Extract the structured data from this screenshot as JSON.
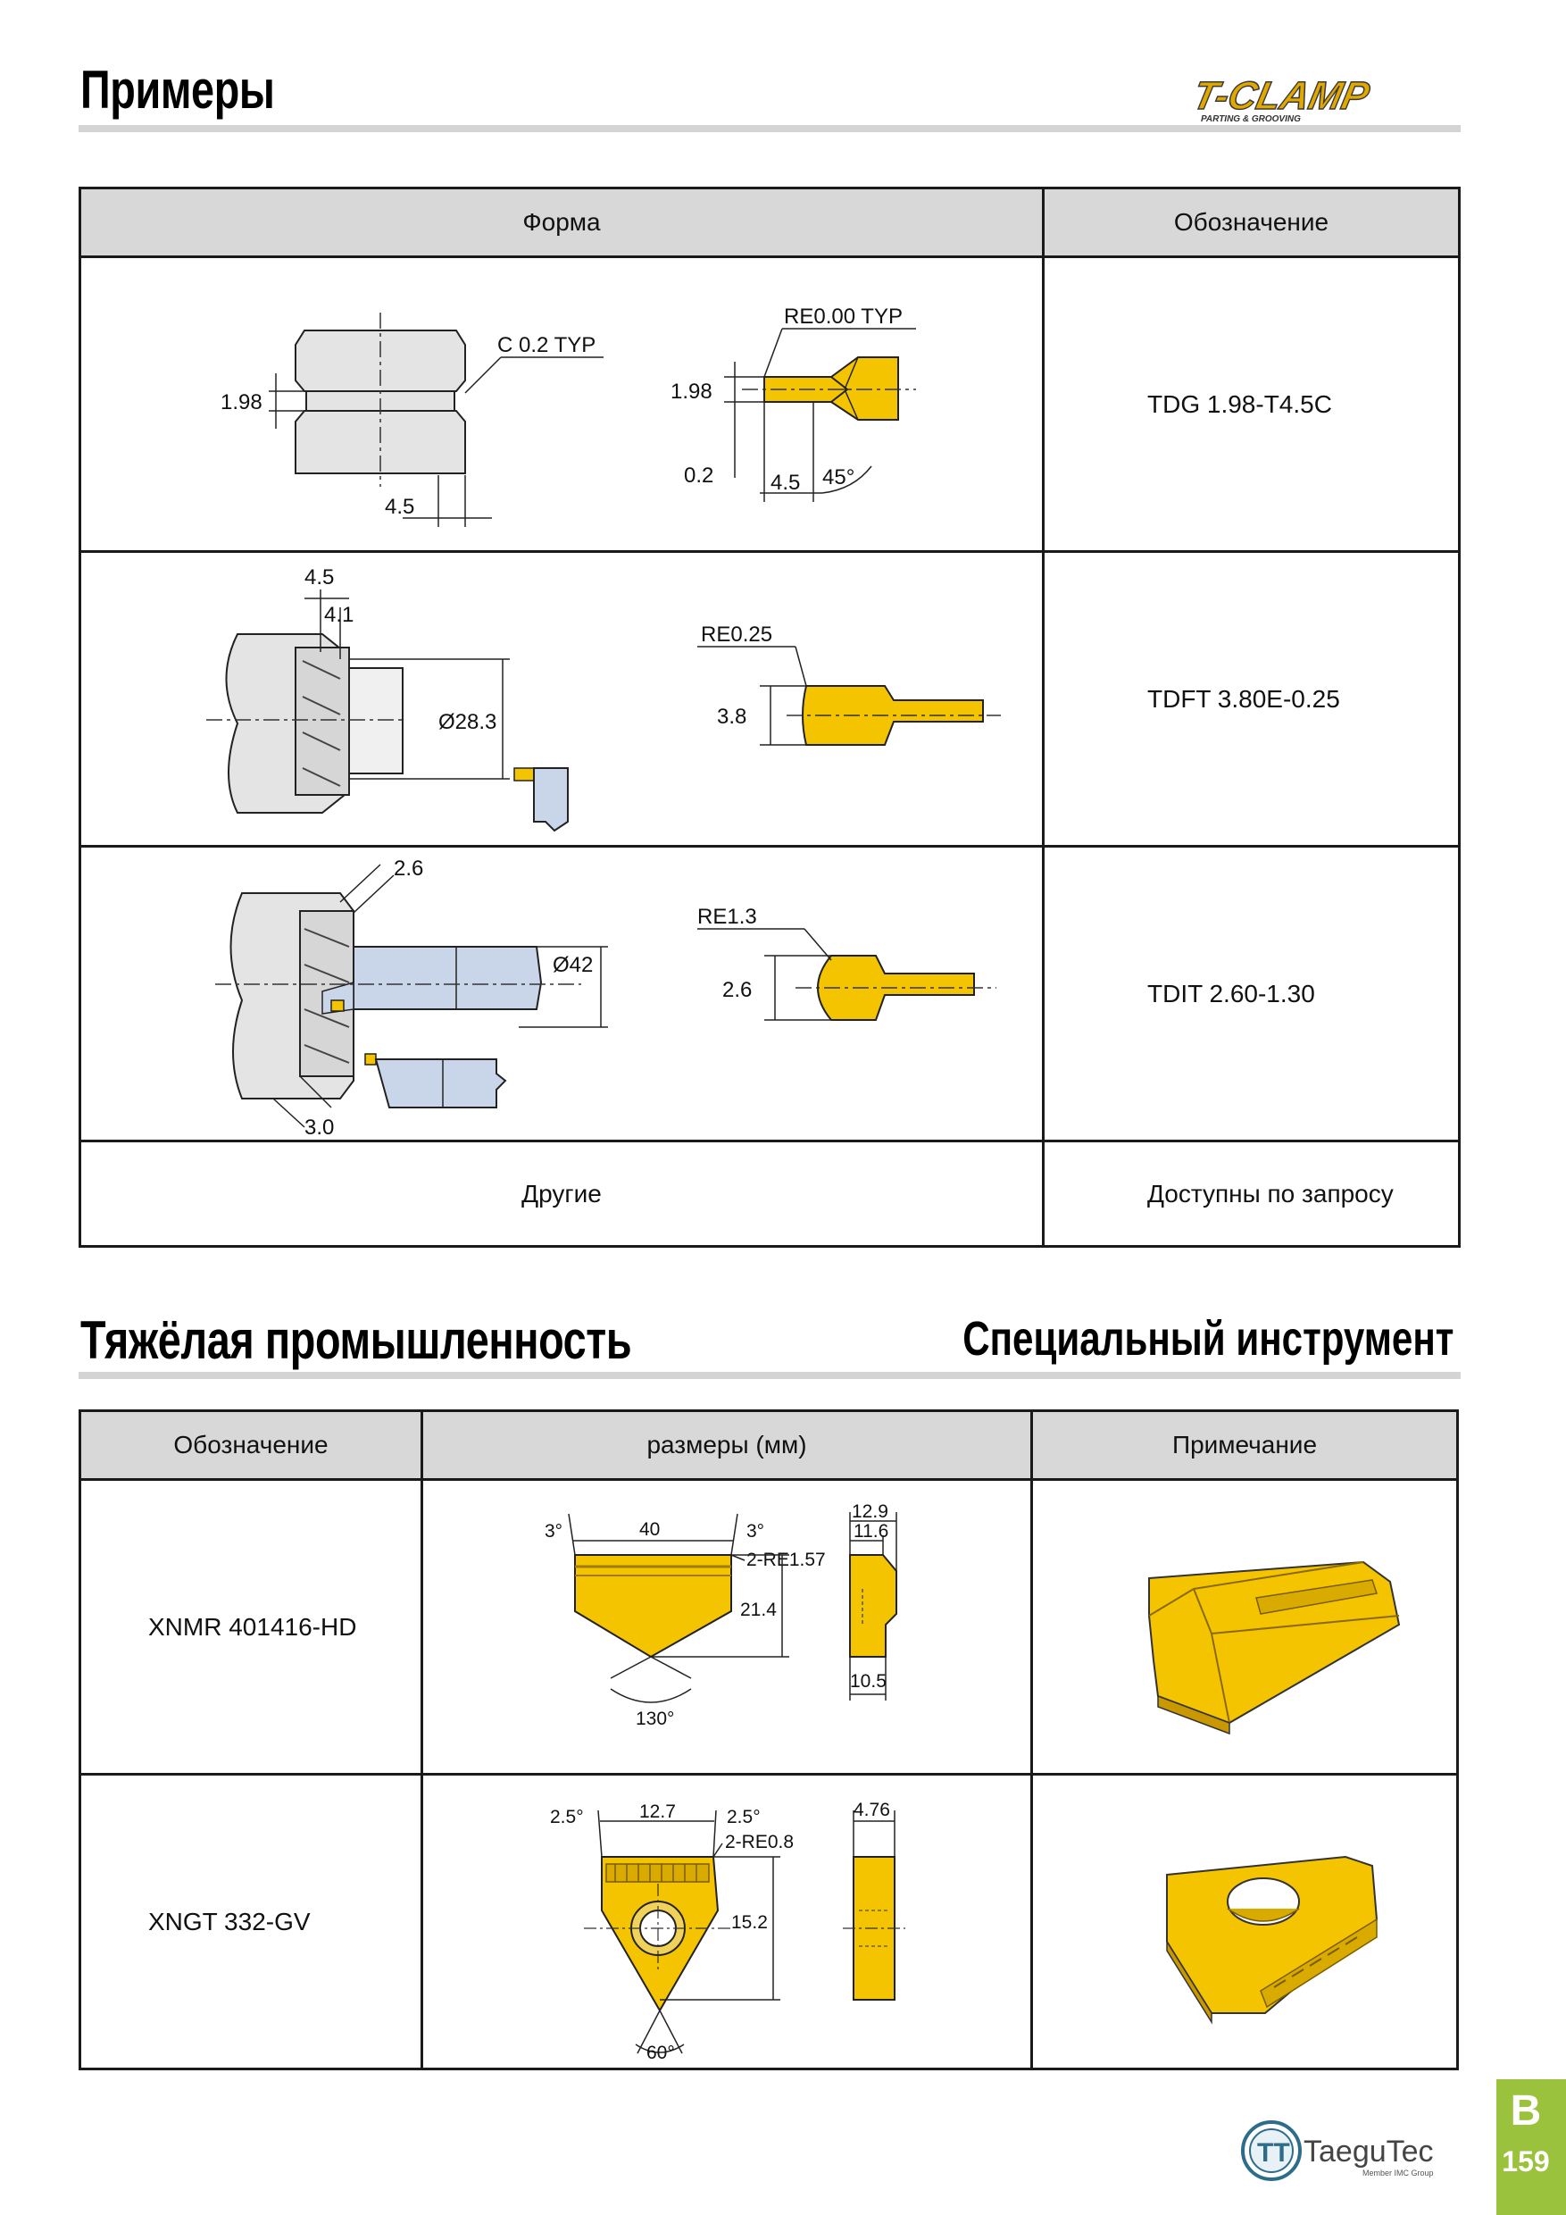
{
  "header": {
    "title": "Примеры",
    "logo_text": "T-CLAMP",
    "logo_sub": "PARTING & GROOVING"
  },
  "examples": {
    "col_shape": "Форма",
    "col_designation": "Обозначение",
    "rows": [
      {
        "designation": "TDG 1.98-T4.5C",
        "labels": {
          "a": "1.98",
          "b": "C 0.2 TYP",
          "c": "4.5",
          "d": "RE0.00 TYP",
          "e": "1.98",
          "f": "0.2",
          "g": "4.5",
          "h": "45°"
        }
      },
      {
        "designation": "TDFT 3.80E-0.25",
        "labels": {
          "a": "4.5",
          "b": "4.1",
          "c": "Ø28.3",
          "d": "RE0.25",
          "e": "3.8"
        }
      },
      {
        "designation": "TDIT 2.60-1.30",
        "labels": {
          "a": "2.6",
          "b": "Ø42",
          "c": "3.0",
          "d": "RE1.3",
          "e": "2.6"
        }
      }
    ],
    "other_label": "Другие",
    "other_value": "Доступны по запросу"
  },
  "heavy": {
    "title": "Тяжёлая промышленность",
    "subtitle": "Специальный инструмент",
    "col_designation": "Обозначение",
    "col_dimensions": "размеры (мм)",
    "col_note": "Примечание",
    "rows": [
      {
        "designation": "XNMR 401416-HD",
        "labels": {
          "a": "3°",
          "b": "40",
          "c": "3°",
          "d": "2-RE1.57",
          "e": "21.4",
          "f": "130°",
          "g": "12.9",
          "h": "11.6",
          "i": "10.5"
        }
      },
      {
        "designation": "XNGT 332-GV",
        "labels": {
          "a": "2.5°",
          "b": "12.7",
          "c": "2.5°",
          "d": "2-RE0.8",
          "e": "15.2",
          "f": "60°",
          "g": "4.76"
        }
      }
    ]
  },
  "footer": {
    "brand": "TaeguTec",
    "brand_sub": "Member IMC Group",
    "section_letter": "B",
    "page_number": "159"
  },
  "colors": {
    "insert_yellow": "#f5c400",
    "steel_gray": "#e4e4e4",
    "blue_part": "#c9d6ea",
    "header_gray": "#d8d8d8",
    "tab_green": "#9bc23c"
  }
}
